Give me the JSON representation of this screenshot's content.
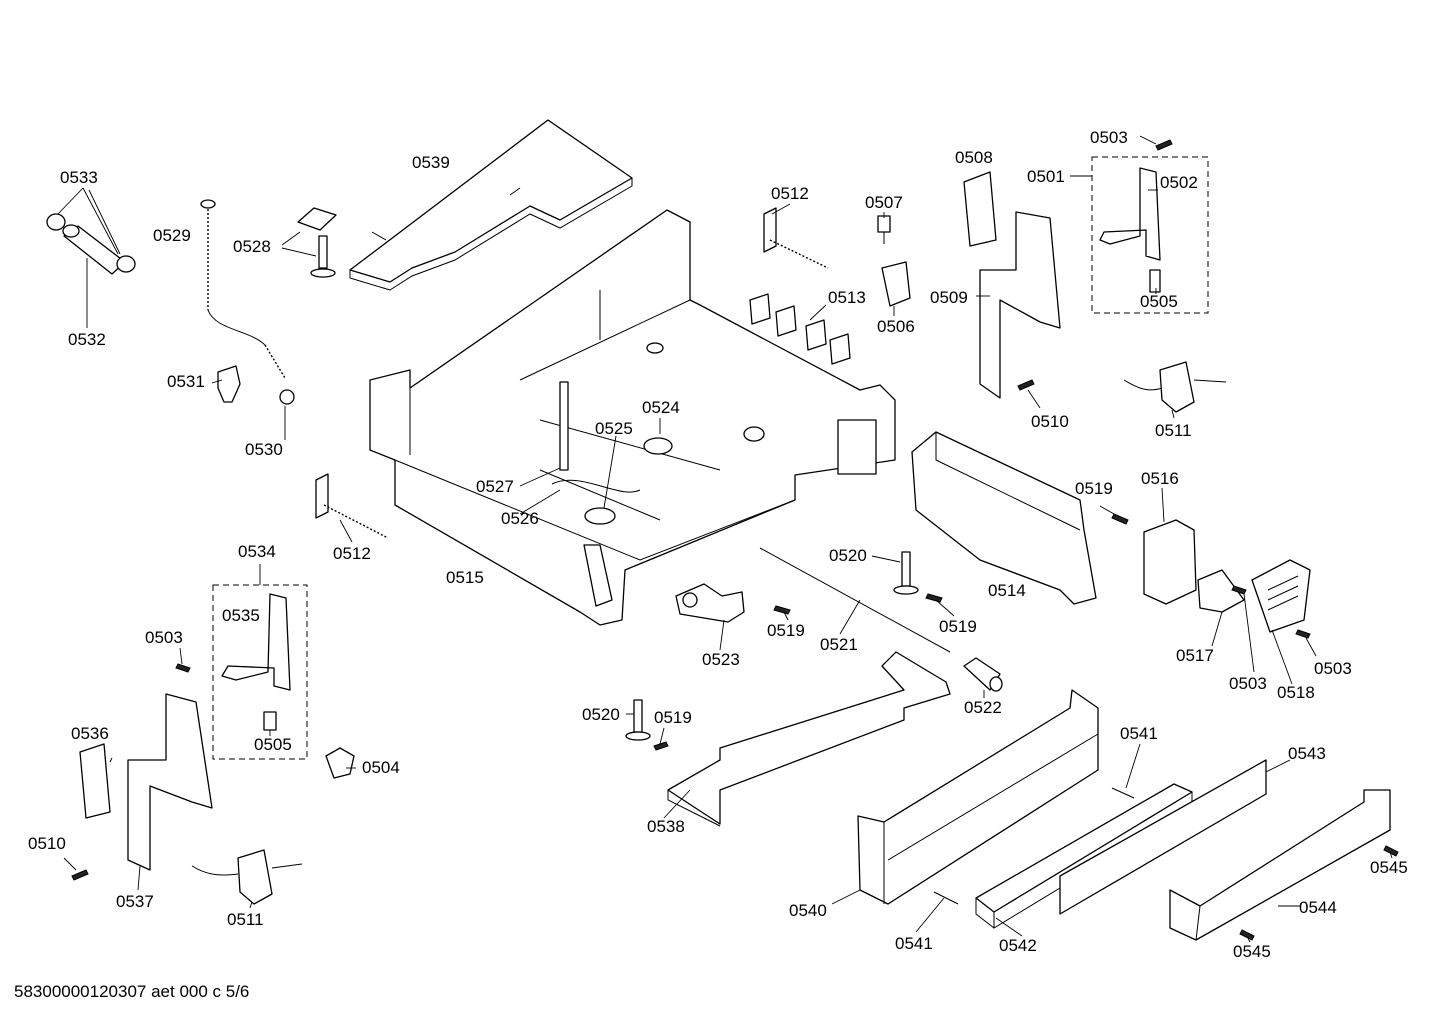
{
  "diagram": {
    "footer": "58300000120307 aet 000 c 5/6",
    "labels": {
      "l0533": "0533",
      "l0532": "0532",
      "l0529": "0529",
      "l0528": "0528",
      "l0539": "0539",
      "l0531": "0531",
      "l0530": "0530",
      "l0512a": "0512",
      "l0507": "0507",
      "l0513": "0513",
      "l0506": "0506",
      "l0508": "0508",
      "l0501": "0501",
      "l0503a": "0503",
      "l0502": "0502",
      "l0505a": "0505",
      "l0509": "0509",
      "l0510a": "0510",
      "l0511a": "0511",
      "l0524": "0524",
      "l0525": "0525",
      "l0527": "0527",
      "l0526": "0526",
      "l0512b": "0512",
      "l0515": "0515",
      "l0534": "0534",
      "l0535": "0535",
      "l0503b": "0503",
      "l0505b": "0505",
      "l0504": "0504",
      "l0536": "0536",
      "l0510b": "0510",
      "l0537": "0537",
      "l0511b": "0511",
      "l0519a": "0519",
      "l0516": "0516",
      "l0514": "0514",
      "l0520a": "0520",
      "l0519b": "0519",
      "l0519c": "0519",
      "l0523": "0523",
      "l0521": "0521",
      "l0522": "0522",
      "l0517": "0517",
      "l0503c": "0503",
      "l0518": "0518",
      "l0503d": "0503",
      "l0520b": "0520",
      "l0519d": "0519",
      "l0538": "0538",
      "l0541a": "0541",
      "l0543": "0543",
      "l0545a": "0545",
      "l0544": "0544",
      "l0540": "0540",
      "l0541b": "0541",
      "l0542": "0542",
      "l0545b": "0545"
    }
  }
}
